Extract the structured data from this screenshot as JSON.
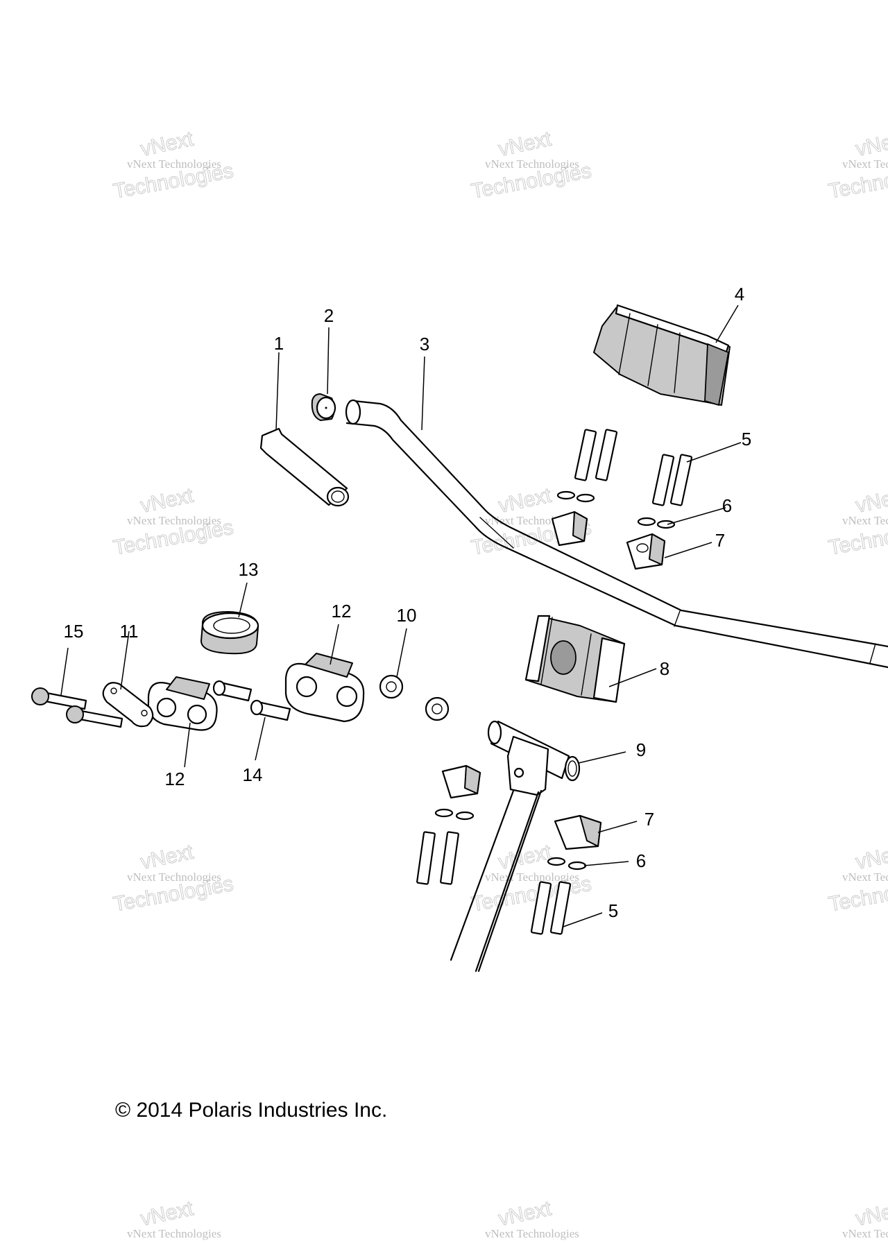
{
  "watermark": {
    "line1": "vNext Technologies",
    "line2": "Technologies",
    "line3": "vNext"
  },
  "callouts": {
    "c1": "1",
    "c2": "2",
    "c3": "3",
    "c4": "4",
    "c5a": "5",
    "c5b": "5",
    "c6a": "6",
    "c6b": "6",
    "c7a": "7",
    "c7b": "7",
    "c8": "8",
    "c9": "9",
    "c10": "10",
    "c11": "11",
    "c12a": "12",
    "c12b": "12",
    "c13": "13",
    "c14": "14",
    "c15": "15"
  },
  "footer": {
    "copyright": "© 2014 Polaris Industries Inc."
  }
}
